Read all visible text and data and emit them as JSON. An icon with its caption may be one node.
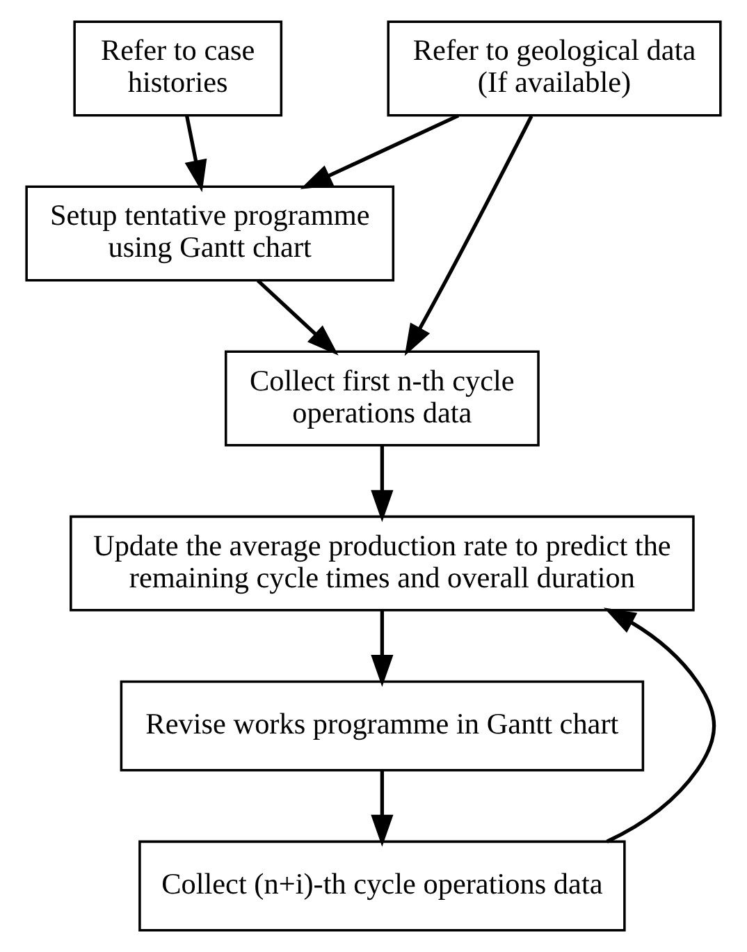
{
  "diagram": {
    "nodes": [
      {
        "text": [
          "Refer to case histories"
        ]
      },
      {
        "text": [
          "Refer to geological data (If available)"
        ]
      },
      {
        "text": [
          "Setup tentative programme using Gantt chart"
        ]
      },
      {
        "text": [
          "Collect first n-th cycle operations data"
        ]
      },
      {
        "text": [
          "Update the average production rate to predict the remaining cycle times and overall duration"
        ]
      },
      {
        "text": [
          "Revise works programme in Gantt chart"
        ]
      },
      {
        "text": [
          "Collect (n+i)-th cycle operations data"
        ]
      }
    ],
    "edges": [
      {
        "from": 0,
        "to": 2,
        "arrow": "to"
      },
      {
        "from": 1,
        "to": 2,
        "arrow": "to"
      },
      {
        "from": 1,
        "to": 3,
        "arrow": "to"
      },
      {
        "from": 2,
        "to": 3,
        "arrow": "to"
      },
      {
        "from": 3,
        "to": 4,
        "arrow": "to"
      },
      {
        "from": 6,
        "to": 4,
        "arrow": "to"
      },
      {
        "from": 4,
        "to": 5,
        "arrow": "to"
      },
      {
        "from": 5,
        "to": 6,
        "arrow": "to"
      }
    ]
  }
}
